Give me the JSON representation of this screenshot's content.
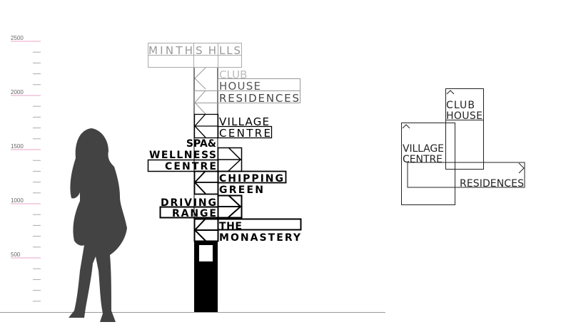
{
  "scale": {
    "unit_labels": [
      "2500",
      "2000",
      "1500",
      "1000",
      "500"
    ],
    "major_color": "#e8a6c8",
    "minor_color": "#aaaaaa"
  },
  "signpost": {
    "header": [
      "MINTH",
      "S H",
      "LLS"
    ],
    "signs": [
      {
        "lines": [
          "CLUB",
          "HOUSE"
        ],
        "direction": "left"
      },
      {
        "lines": [
          "RESIDENCES"
        ],
        "direction": "left"
      },
      {
        "lines": [
          "VILLAGE",
          "CENTRE"
        ],
        "direction": "left"
      },
      {
        "lines": [
          "SPA&",
          "WELLNESS",
          "CENTRE"
        ],
        "direction": "right"
      },
      {
        "lines": [
          "CHIPPING",
          "GREEN"
        ],
        "direction": "left"
      },
      {
        "lines": [
          "DRIVING",
          "RANGE"
        ],
        "direction": "right"
      },
      {
        "lines": [
          "THE",
          "MONASTERY"
        ],
        "direction": "left"
      }
    ]
  },
  "wall_sign": {
    "club_house": [
      "CLUB",
      "HOUSE"
    ],
    "village_centre": [
      "VILLAGE",
      "CENTRE"
    ],
    "residences": "RESIDENCES"
  }
}
